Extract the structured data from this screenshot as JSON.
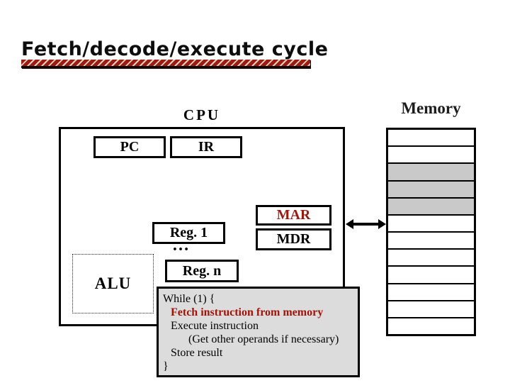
{
  "slide": {
    "title": "Fetch/decode/execute cycle"
  },
  "cpu": {
    "label": "CPU",
    "registers": {
      "pc": "PC",
      "ir": "IR",
      "mar": "MAR",
      "mdr": "MDR",
      "reg1": "Reg. 1",
      "ellipsis": "…",
      "regn": "Reg. n",
      "alu": "ALU"
    }
  },
  "memory": {
    "label": "Memory",
    "rows": [
      "plain",
      "plain",
      "shaded",
      "shaded",
      "shaded",
      "plain",
      "plain",
      "plain",
      "plain",
      "plain",
      "plain",
      "plain"
    ]
  },
  "code": {
    "lines": [
      {
        "text": "While (1) {",
        "indent": 0,
        "highlight": false
      },
      {
        "text": "Fetch instruction from memory",
        "indent": 1,
        "highlight": true
      },
      {
        "text": "Execute instruction",
        "indent": 1,
        "highlight": false
      },
      {
        "text": "(Get other operands if necessary)",
        "indent": 2,
        "highlight": false
      },
      {
        "text": "Store result",
        "indent": 1,
        "highlight": false
      },
      {
        "text": "}",
        "indent": 0,
        "highlight": false
      }
    ]
  },
  "colors": {
    "accent_red": "#9a1a10",
    "highlight_red": "#a31208",
    "memory_shaded": "#c9c9c9",
    "code_box_bg": "#dcdcdc"
  }
}
